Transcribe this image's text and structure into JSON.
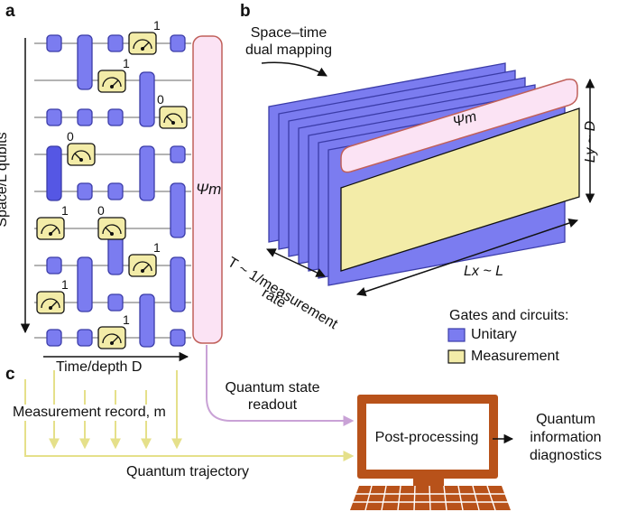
{
  "panels": {
    "a": "a",
    "b": "b",
    "c": "c"
  },
  "panel_a": {
    "space_axis": "Space/L qubits",
    "time_axis": "Time/depth D",
    "state": "Ψm",
    "outcomes": [
      "1",
      "1",
      "0",
      "0",
      "1",
      "0",
      "1",
      "1",
      "1"
    ]
  },
  "panel_b": {
    "mapping_line1": "Space–time",
    "mapping_line2": "dual mapping",
    "state": "Ψm",
    "ly_label": "Ly ~ D",
    "lx_label": "Lx ~ L",
    "t_label_line1": "T ~ 1/measurement",
    "t_label_line2": "rate",
    "legend_title": "Gates and circuits:",
    "legend_items": [
      {
        "label": "Unitary",
        "color": "#7b7cf0"
      },
      {
        "label": "Measurement",
        "color": "#f3eca8"
      }
    ]
  },
  "panel_c": {
    "readout_line1": "Quantum state",
    "readout_line2": "readout",
    "record": "Measurement record, m",
    "trajectory": "Quantum trajectory",
    "postprocessing": "Post-processing",
    "output_line1": "Quantum",
    "output_line2": "information",
    "output_line3": "diagnostics"
  },
  "colors": {
    "unitary": "#7b7cf0",
    "unitary_stroke": "#3b3ca8",
    "measurement": "#f3eca8",
    "state_fill": "#fbe3f4",
    "state_stroke": "#c0605a",
    "computer": "#b8521a",
    "arrow_yellow": "#ece99a",
    "arrow_purple": "#c9a2d6"
  }
}
